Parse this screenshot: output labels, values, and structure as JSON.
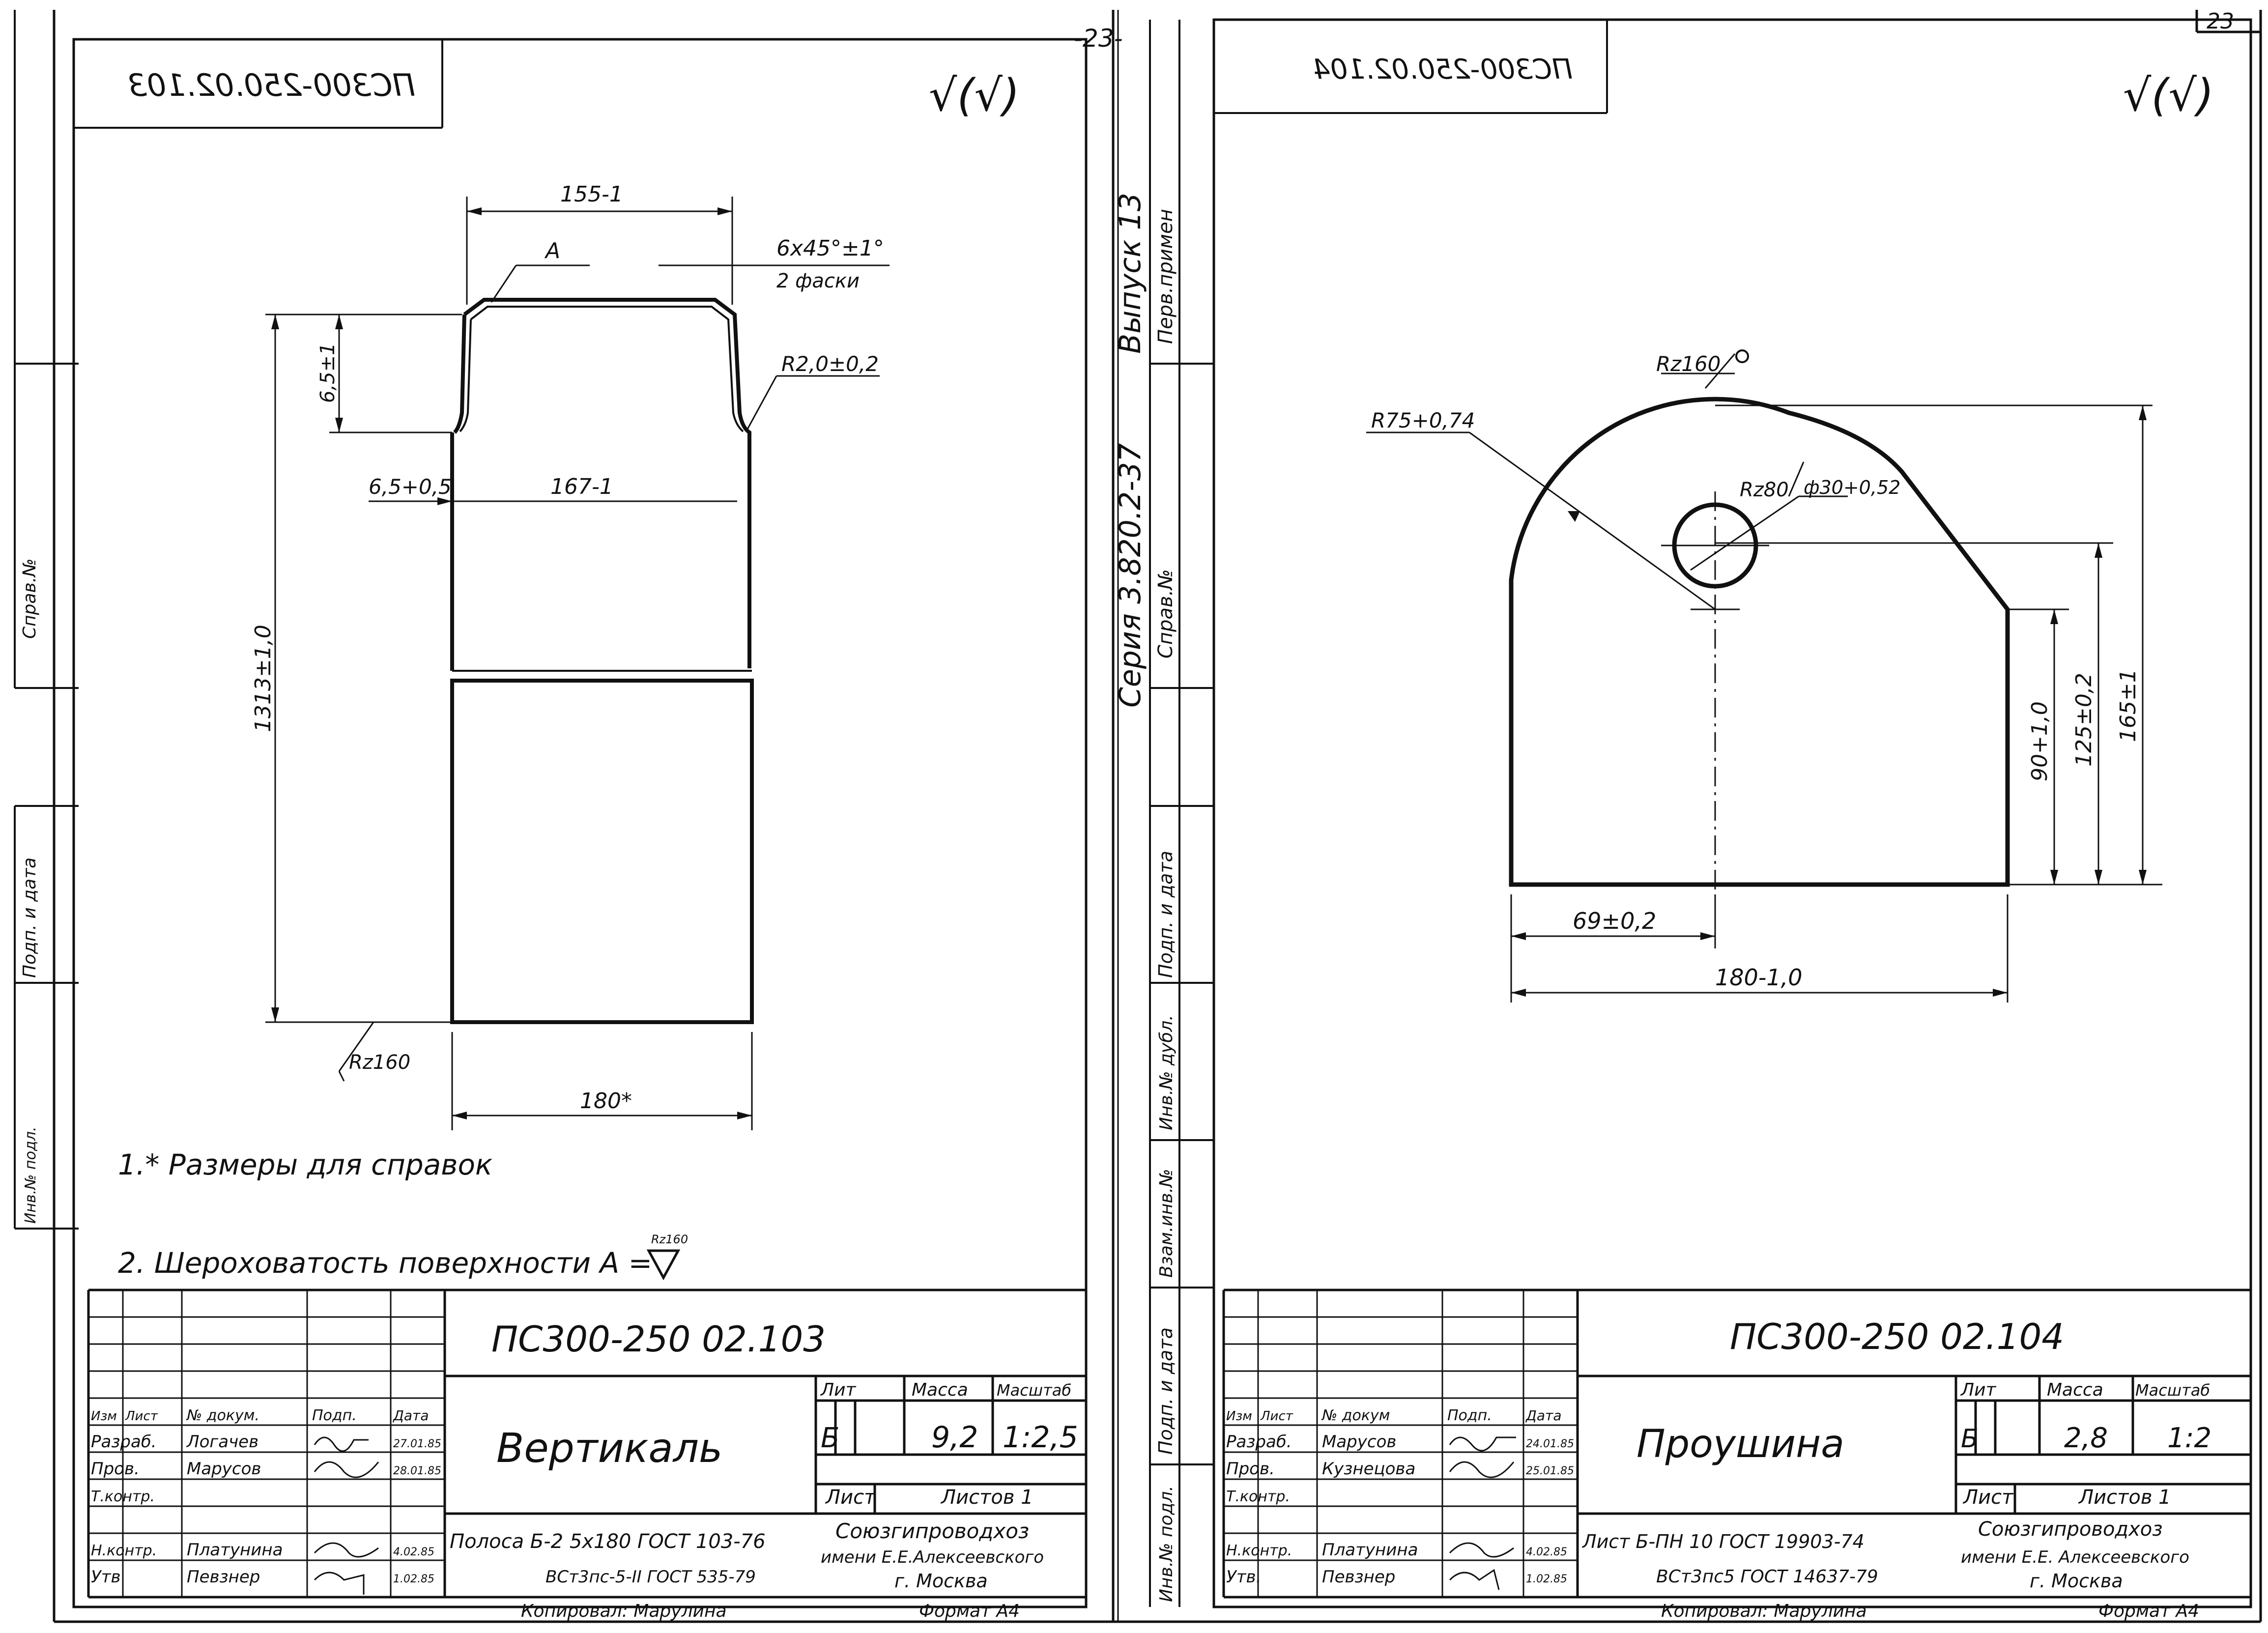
{
  "page": {
    "page_number_center": "-23-",
    "page_number_corner": "23"
  },
  "spine": {
    "series": "Серия 3.820.2-37",
    "issue": "Выпуск 13",
    "first_use": "Перв.примен",
    "ref_no": "Справ.№",
    "sign_date": "Подп. и дата",
    "dup_inv": "Инв.№ дубл.",
    "replace_inv": "Взам.инв.№",
    "orig_inv": "Инв.№ подл."
  },
  "left_margin": {
    "ref_no": "Справ.№",
    "sign_date": "Подп. и дата",
    "inv": "Инв.№ подл."
  },
  "left_sheet": {
    "mirror_code": "ПС300-250.02.103",
    "roughness_mark": "√(√)",
    "dims": {
      "top_width": "155-1",
      "chamfer_leader": "A",
      "chamfer": "6x45°±1°",
      "chamfer_note": "2 фаски",
      "radius": "R2,0±0,2",
      "height_small": "6,5±1",
      "offset": "6,5+0,5",
      "inner_width": "167-1",
      "total_height": "1313±1,0",
      "roughness": "Rz160",
      "bottom_width": "180*"
    },
    "notes": [
      "1.* Размеры для справок",
      "2. Шероховатость поверхности  A ="
    ],
    "note_roughness": "Rz160",
    "title": {
      "doc_code": "ПС300-250 02.103",
      "name": "Вертикаль",
      "lit_header": "Лит",
      "mass_header": "Масса",
      "scale_header": "Масштаб",
      "lit": "Б",
      "mass": "9,2",
      "scale": "1:2,5",
      "sheet_label": "Лист",
      "sheets_label": "Листов 1",
      "material_line1": "Полоса  Б-2 5х180 ГОСТ 103-76",
      "material_line2": "ВСт3пс-5-II ГОСТ 535-79",
      "org_line1": "Союзгипроводхоз",
      "org_line2": "имени Е.Е.Алексеевского",
      "org_line3": "г. Москва",
      "copied": "Копировал: Марулина",
      "format": "Формат А4",
      "header_cols": [
        "Изм",
        "Лист",
        "№ докум.",
        "Подп.",
        "Дата"
      ],
      "rows": [
        {
          "role": "Разраб.",
          "name": "Логачев",
          "date": "27.01.85"
        },
        {
          "role": "Пров.",
          "name": "Марусов",
          "date": "28.01.85"
        },
        {
          "role": "Т.контр.",
          "name": "",
          "date": ""
        },
        {
          "role": "Н.контр.",
          "name": "Платунина",
          "date": "4.02.85"
        },
        {
          "role": "Утв",
          "name": "Певзнер",
          "date": "1.02.85"
        }
      ]
    }
  },
  "right_sheet": {
    "mirror_code": "ПС300-250.02.104",
    "roughness_mark": "√(√)",
    "dims": {
      "roughness_top": "Rz160",
      "radius": "R75+0,74",
      "hole_roughness": "Rz80",
      "hole_diameter": "ф30+0,52",
      "h_90": "90+1,0",
      "h_125": "125±0,2",
      "h_165": "165±1",
      "w_69": "69±0,2",
      "w_180": "180-1,0"
    },
    "title": {
      "doc_code": "ПС300-250 02.104",
      "name": "Проушина",
      "lit_header": "Лит",
      "mass_header": "Масса",
      "scale_header": "Масштаб",
      "lit": "Б",
      "mass": "2,8",
      "scale": "1:2",
      "sheet_label": "Лист",
      "sheets_label": "Листов 1",
      "material_line1": "Лист  Б-ПН 10  ГОСТ 19903-74",
      "material_line2": "ВСт3пс5 ГОСТ 14637-79",
      "org_line1": "Союзгипроводхоз",
      "org_line2": "имени Е.Е. Алексеевского",
      "org_line3": "г. Москва",
      "copied": "Копировал: Марулина",
      "format": "Формат А4",
      "header_cols": [
        "Изм",
        "Лист",
        "№ докум",
        "Подп.",
        "Дата"
      ],
      "rows": [
        {
          "role": "Разраб.",
          "name": "Марусов",
          "date": "24.01.85"
        },
        {
          "role": "Пров.",
          "name": "Кузнецова",
          "date": "25.01.85"
        },
        {
          "role": "Т.контр.",
          "name": "",
          "date": ""
        },
        {
          "role": "Н.контр.",
          "name": "Платунина",
          "date": "4.02.85"
        },
        {
          "role": "Утв.",
          "name": "Певзнер",
          "date": "1.02.85"
        }
      ]
    }
  }
}
